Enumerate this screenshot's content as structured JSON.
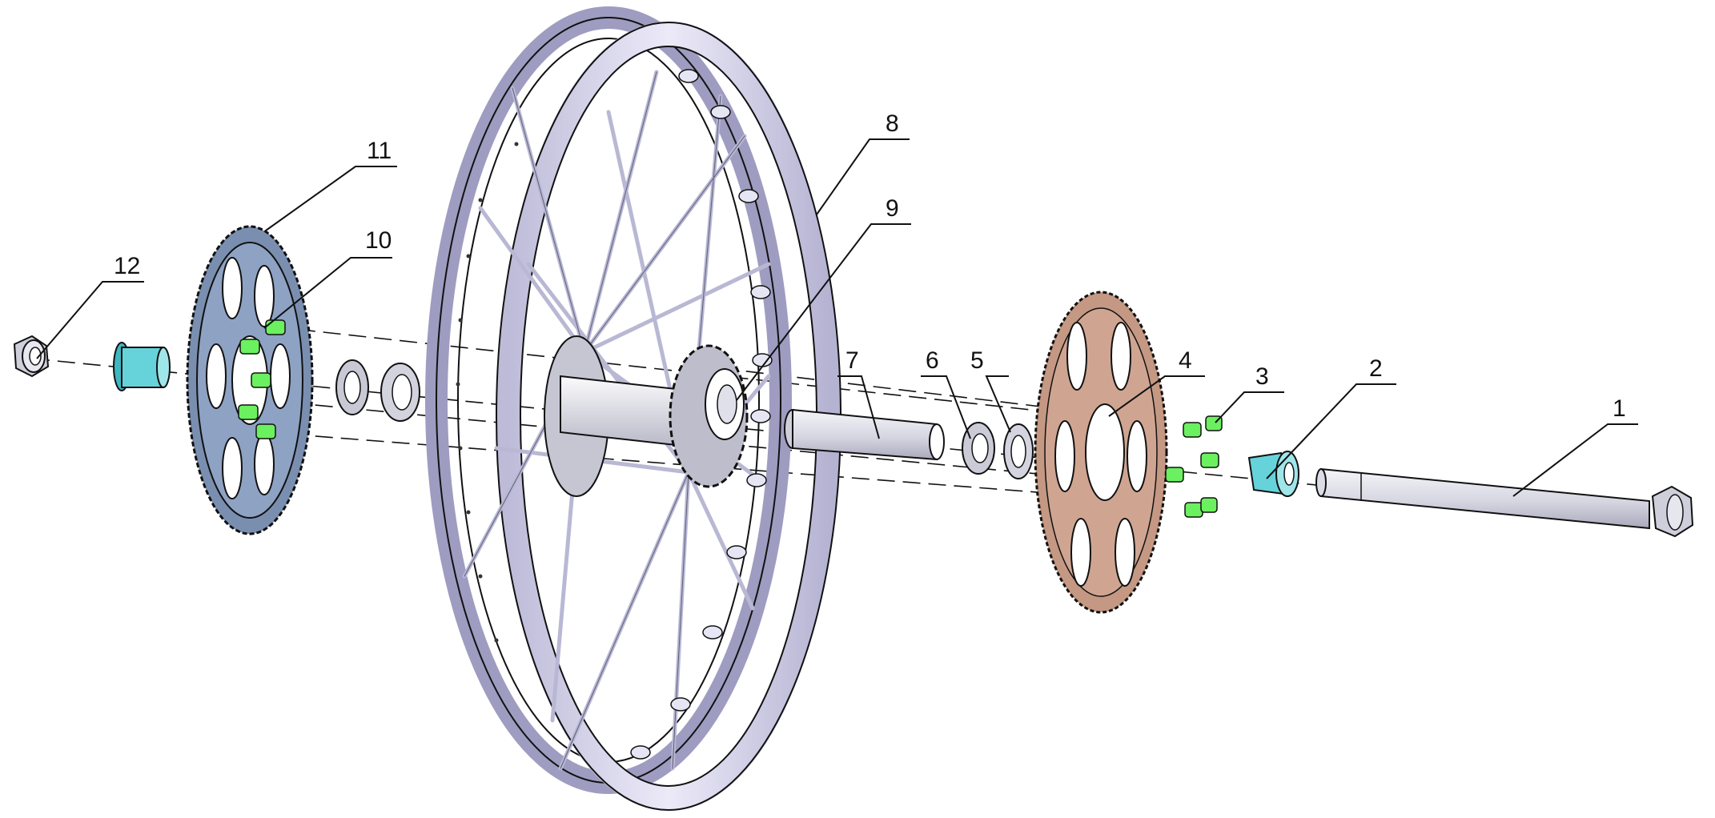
{
  "diagram": {
    "type": "exploded-assembly",
    "callouts": [
      "1",
      "2",
      "3",
      "4",
      "5",
      "6",
      "7",
      "8",
      "9",
      "10",
      "11",
      "12"
    ],
    "part_colors": {
      "rim": "#d9d8ee",
      "rim_edge": "#a7a5c6",
      "spoke": "#b9b8d4",
      "hub": "#cfcfd9",
      "sprocket": "#7a8fb0",
      "brake_disc": "#c49883",
      "spacer": "#66d3da",
      "bolt": "#6bf05f",
      "bearing": "#c9c9d6",
      "axle": "#dcdce6",
      "line": "#111111"
    }
  }
}
